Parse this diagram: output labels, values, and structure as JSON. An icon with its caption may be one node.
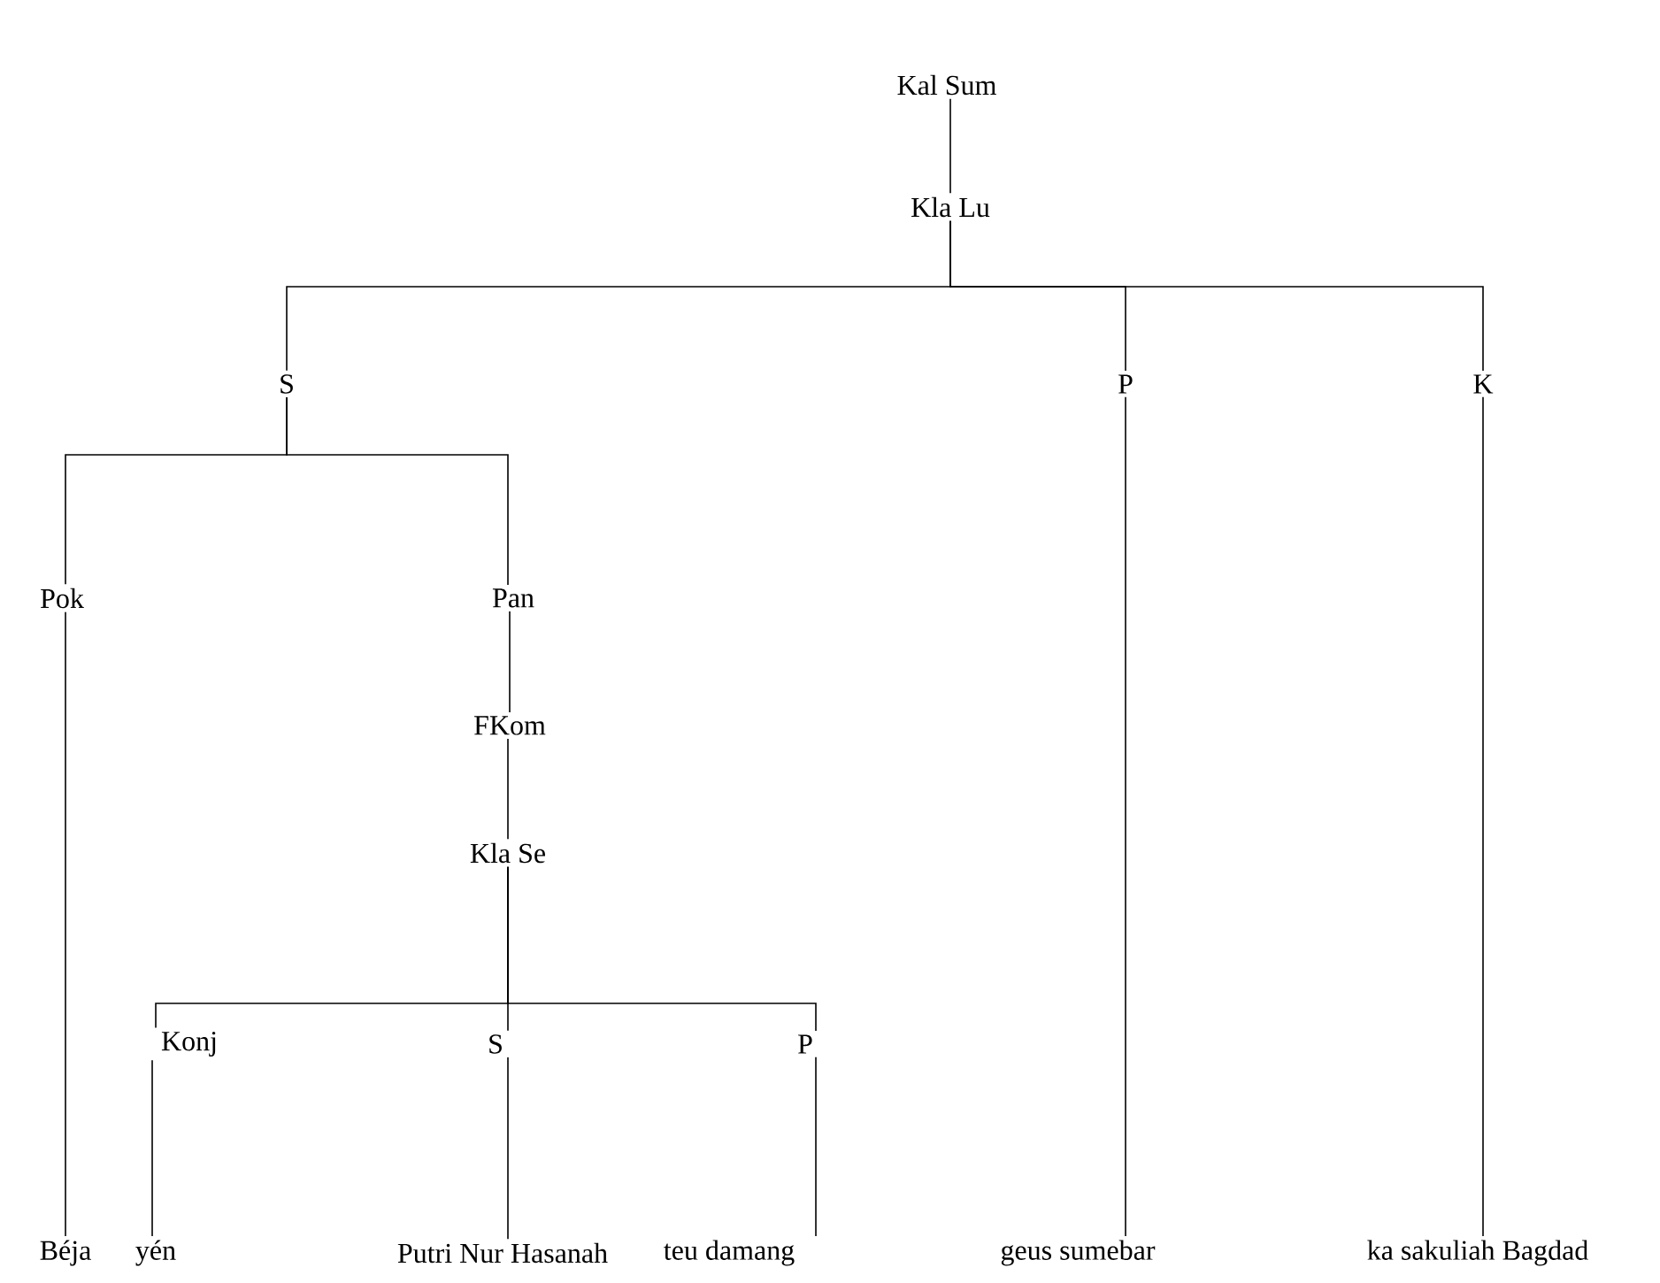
{
  "diagram": {
    "nodes": [
      {
        "text": [
          "Kal Sum"
        ]
      },
      {
        "text": [
          "Kla Lu"
        ]
      },
      {
        "text": [
          "S"
        ]
      },
      {
        "text": [
          "P"
        ]
      },
      {
        "text": [
          "K"
        ]
      },
      {
        "text": [
          "Pok"
        ]
      },
      {
        "text": [
          "Pan"
        ]
      },
      {
        "text": [
          "FKom"
        ]
      },
      {
        "text": [
          "Kla Se"
        ]
      },
      {
        "text": [
          "Konj"
        ]
      },
      {
        "text": [
          "S"
        ]
      },
      {
        "text": [
          "P"
        ]
      },
      {
        "text": [
          "Béja"
        ]
      },
      {
        "text": [
          "yén"
        ]
      },
      {
        "text": [
          "Putri Nur Hasanah"
        ]
      },
      {
        "text": [
          "teu damang"
        ]
      },
      {
        "text": [
          "geus sumebar"
        ]
      },
      {
        "text": [
          "ka sakuliah Bagdad"
        ]
      }
    ],
    "edges": [
      {
        "from": 0,
        "to": 1,
        "arrow": "none"
      },
      {
        "from": 1,
        "to": 2,
        "arrow": "none"
      },
      {
        "from": 1,
        "to": 3,
        "arrow": "none"
      },
      {
        "from": 1,
        "to": 4,
        "arrow": "none"
      },
      {
        "from": 2,
        "to": 5,
        "arrow": "none"
      },
      {
        "from": 2,
        "to": 6,
        "arrow": "none"
      },
      {
        "from": 3,
        "to": 16,
        "arrow": "none"
      },
      {
        "from": 4,
        "to": 17,
        "arrow": "none"
      },
      {
        "from": 5,
        "to": 12,
        "arrow": "none"
      },
      {
        "from": 6,
        "to": 7,
        "arrow": "none"
      },
      {
        "from": 7,
        "to": 8,
        "arrow": "none"
      },
      {
        "from": 8,
        "to": 9,
        "arrow": "none"
      },
      {
        "from": 8,
        "to": 10,
        "arrow": "none"
      },
      {
        "from": 8,
        "to": 11,
        "arrow": "none"
      },
      {
        "from": 9,
        "to": 13,
        "arrow": "none"
      },
      {
        "from": 10,
        "to": 14,
        "arrow": "none"
      },
      {
        "from": 11,
        "to": 15,
        "arrow": "none"
      }
    ]
  }
}
